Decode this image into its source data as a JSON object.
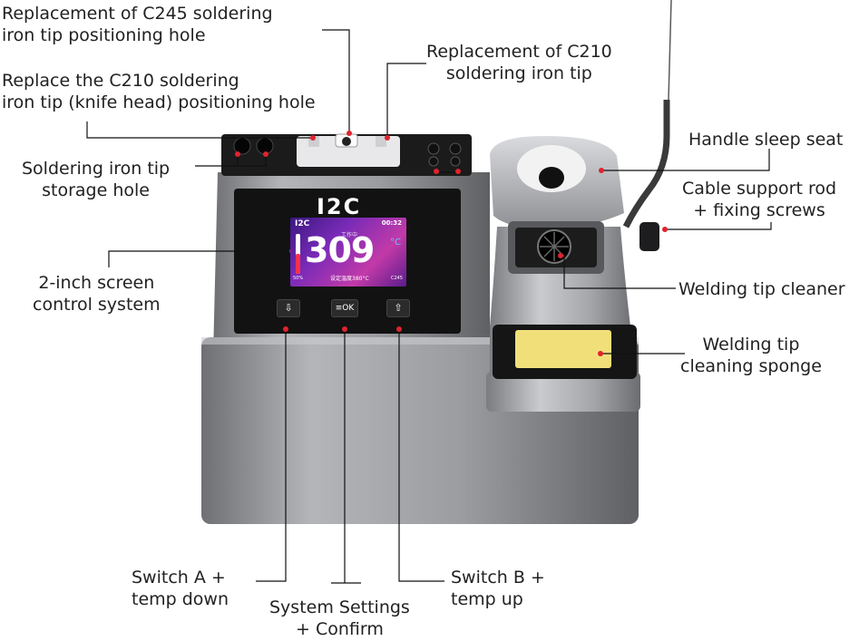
{
  "callouts": {
    "c245_hole": "Replacement of C245 soldering\niron tip positioning hole",
    "c210_knife_hole": "Replace the C210 soldering\niron tip (knife head) positioning hole",
    "c210_tip": "Replacement of C210\nsoldering iron tip",
    "handle_seat": "Handle sleep seat",
    "tip_storage": "Soldering iron tip\nstorage hole",
    "cable_rod": "Cable support rod\n+ fixing screws",
    "screen_system": "2-inch screen\ncontrol system",
    "tip_cleaner": "Welding tip cleaner",
    "cleaning_sponge": "Welding tip\ncleaning sponge",
    "switch_a": "Switch A +\ntemp down",
    "system_settings": "System Settings\n+ Confirm",
    "switch_b": "Switch B +\ntemp up"
  },
  "device": {
    "logo": "I2C",
    "screen": {
      "brand": "I2C",
      "clock": "00:32",
      "mode": "工作中",
      "temperature": "309",
      "unit": "°C",
      "set_temp": "设定温度380°C",
      "power_percent": "50%",
      "tip_model": "C245",
      "power_fraction": 0.5
    },
    "buttons": {
      "down": "⇩",
      "ok": "≡OK",
      "up": "⇧"
    }
  },
  "colors": {
    "marker": "#e0232e",
    "body": "#8a8c8f",
    "panel": "#141414"
  }
}
